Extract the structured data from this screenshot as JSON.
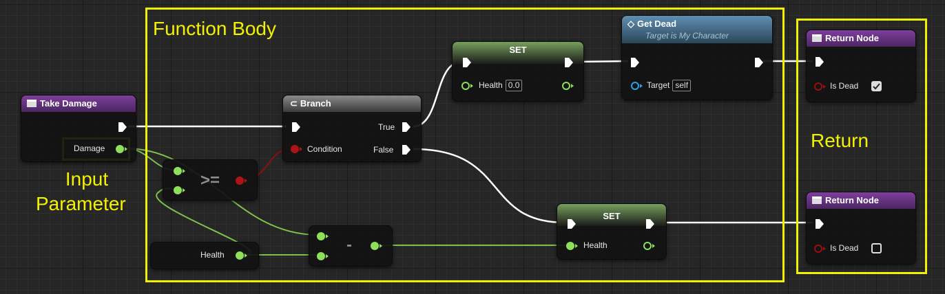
{
  "annotations": {
    "function_body": "Function Body",
    "return": "Return",
    "input_parameter_line1": "Input",
    "input_parameter_line2": "Parameter"
  },
  "nodes": {
    "take_damage": {
      "title": "Take Damage",
      "output": "Damage"
    },
    "branch": {
      "title": "Branch",
      "input": "Condition",
      "true_label": "True",
      "false_label": "False"
    },
    "compare": {
      "operator": ">="
    },
    "subtract": {
      "operator": "-"
    },
    "health_getter": {
      "label": "Health"
    },
    "set_top": {
      "title": "SET",
      "var": "Health",
      "value": "0.0"
    },
    "get_dead": {
      "title": "Get Dead",
      "subtitle": "Target is My Character",
      "target_label": "Target",
      "target_value": "self"
    },
    "set_bottom": {
      "title": "SET",
      "var": "Health"
    },
    "return_top": {
      "title": "Return Node",
      "param": "Is Dead",
      "checked": true
    },
    "return_bottom": {
      "title": "Return Node",
      "param": "Is Dead",
      "checked": false
    }
  },
  "colors": {
    "annotation": "#f2f200",
    "float_pin": "#8ee05a",
    "bool_pin": "#9a1010",
    "object_pin": "#2aa3e8",
    "exec_wire": "#ffffff",
    "function_header": "#7e3f9d"
  }
}
